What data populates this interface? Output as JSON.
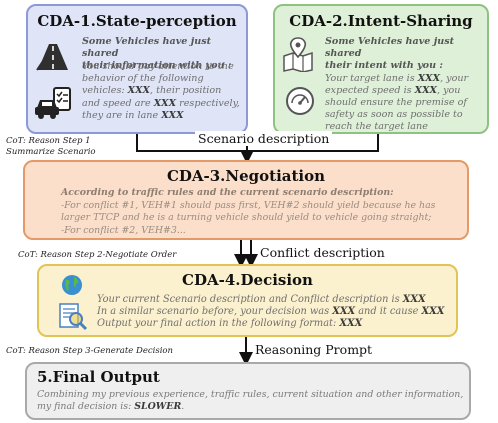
{
  "cda1": {
    "title": "CDA-1.State-perception",
    "line1": "Some Vehicles have just shared",
    "line2": "their information with you :",
    "line3": "You should pay attention to the",
    "line4": "behavior of the following",
    "line5a": "vehicles: ",
    "line5b": "XXX",
    "line5c": ", their position",
    "line6a": "and speed are ",
    "line6b": "XXX",
    "line6c": " respectively,",
    "line7a": "they are in lane ",
    "line7b": "XXX"
  },
  "cda2": {
    "title": "CDA-2.Intent-Sharing",
    "line1": "Some Vehicles have just shared",
    "line2": "their intent with you :",
    "line3a": "Your target lane is ",
    "line3b": "XXX",
    "line3c": ", your",
    "line4a": "expected speed is ",
    "line4b": "XXX",
    "line4c": ", you",
    "line5": "should ensure the premise of",
    "line6": "safety as soon as possible to",
    "line7": "reach the target lane"
  },
  "cda3": {
    "title": "CDA-3.Negotiation",
    "line1": "According to traffic rules and the current scenario description:",
    "line2": "-For conflict #1, VEH#1 should pass first, VEH#2 should yield because he has",
    "line3": "larger TTCP and he is a turning vehicle should yield to vehicle going straight;",
    "line4": "-For conflict #2, VEH#3..."
  },
  "cda4": {
    "title": "CDA-4.Decision",
    "line1a": "Your current Scenario description and Conflict description is ",
    "line1b": "XXX",
    "line2a": "In a similar scenario before, your decision was ",
    "line2b": "XXX",
    "line2c": " and it cause ",
    "line2d": "XXX",
    "line3a": "Output your final action in the following format: ",
    "line3b": "XXX"
  },
  "final": {
    "title": "5.Final Output",
    "line1": "Combining my previous experience, traffic rules, current situation and other information,",
    "line2a": "my final decision is: ",
    "line2b": "SLOWER",
    "line2c": "."
  },
  "labels": {
    "scenario": "Scenario description",
    "conflict": "Conflict description",
    "reasoning": "Reasoning Prompt"
  },
  "side": {
    "cot1a": "CoT: Reason Step 1",
    "cot1b": "Summarize Scenario",
    "cot2": "CoT: Reason Step 2-Negotiate Order",
    "cot3": "CoT: Reason Step 3-Generate Decision"
  }
}
